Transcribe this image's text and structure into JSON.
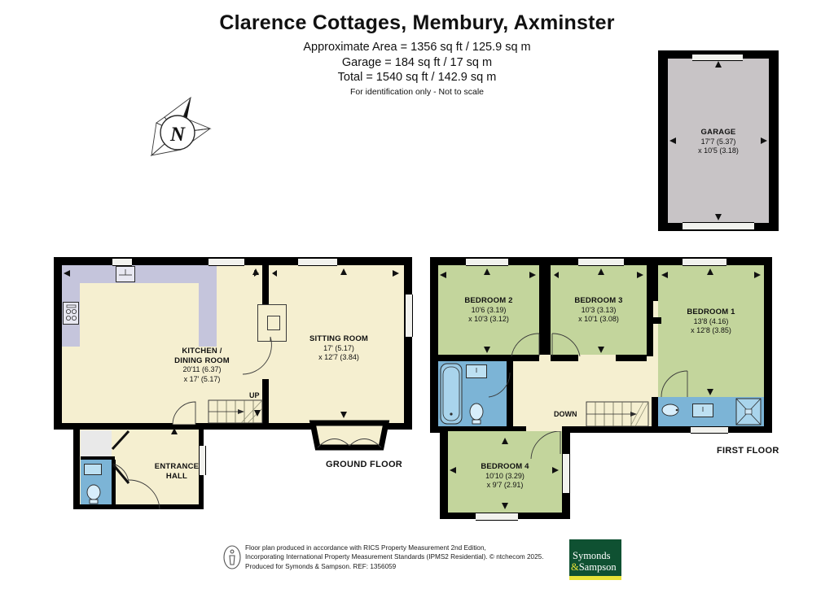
{
  "header": {
    "title": "Clarence Cottages, Membury, Axminster",
    "approx_area": "Approximate Area = 1356 sq ft / 125.9 sq m",
    "garage_area": "Garage = 184 sq ft / 17 sq m",
    "total_area": "Total = 1540 sq ft / 142.9 sq m",
    "disclaimer": "For identification only - Not to scale"
  },
  "compass": {
    "label": "N"
  },
  "floors": {
    "ground_label": "GROUND FLOOR",
    "first_label": "FIRST FLOOR"
  },
  "stairs": {
    "up": "UP",
    "down": "DOWN"
  },
  "rooms": [
    {
      "id": "garage",
      "name": "GARAGE",
      "dim1": "17'7 (5.37)",
      "dim2": "x 10'5 (3.18)",
      "color": "#c8c4c6"
    },
    {
      "id": "kitchen",
      "name": "KITCHEN /",
      "name2": "DINING ROOM",
      "dim1": "20'11 (6.37)",
      "dim2": "x 17' (5.17)",
      "color": "#f5efd0"
    },
    {
      "id": "sitting",
      "name": "SITTING ROOM",
      "dim1": "17' (5.17)",
      "dim2": "x 12'7 (3.84)",
      "color": "#f5efd0"
    },
    {
      "id": "entrance",
      "name": "ENTRANCE",
      "name2": "HALL",
      "color": "#f5efd0"
    },
    {
      "id": "bed2",
      "name": "BEDROOM 2",
      "dim1": "10'6 (3.19)",
      "dim2": "x 10'3 (3.12)",
      "color": "#c3d59c"
    },
    {
      "id": "bed3",
      "name": "BEDROOM 3",
      "dim1": "10'3 (3.13)",
      "dim2": "x 10'1 (3.08)",
      "color": "#c3d59c"
    },
    {
      "id": "bed1",
      "name": "BEDROOM 1",
      "dim1": "13'8 (4.16)",
      "dim2": "x 12'8 (3.85)",
      "color": "#c3d59c"
    },
    {
      "id": "bed4",
      "name": "BEDROOM 4",
      "dim1": "10'10 (3.29)",
      "dim2": "x 9'7 (2.91)",
      "color": "#c3d59c"
    }
  ],
  "footer": {
    "line1": "Floor plan produced in accordance with RICS Property Measurement 2nd Edition,",
    "line2": "Incorporating International Property Measurement Standards (IPMS2 Residential).   © ntchecom 2025.",
    "line3": "Produced for Symonds & Sampson.   REF:  1356059",
    "logo_line1": "Symonds",
    "logo_amp": "&",
    "logo_line2": "Sampson"
  },
  "palette": {
    "cream": "#f5efd0",
    "green": "#c3d59c",
    "blue": "#7cb4d6",
    "lavender": "#c5c5dc",
    "grey": "#c8c4c6",
    "wall": "#000000",
    "logo_green": "#0f5132",
    "logo_yellow": "#e8e337"
  }
}
